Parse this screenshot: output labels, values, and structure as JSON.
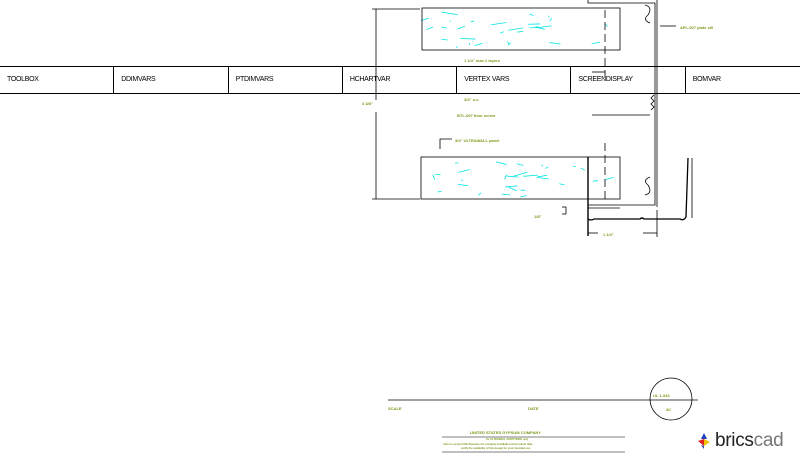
{
  "toolbar": {
    "items": [
      "TOOLBOX",
      "DDIMVARS",
      "PTDIMVARS",
      "HCHARTVAR",
      "VERTEX VARS",
      "SCREENDISPLAY",
      "BOMVAR"
    ]
  },
  "drawing": {
    "annotations": {
      "plate_sill": "APL-007 plate sill",
      "dim_height": "3 3/8\"",
      "floor_screw": "BTL-007 floor screw",
      "panel": "3/4\" ULTRAWALL panel",
      "spacing_top": "1 1/4\" max 2 layers",
      "spacing_bottom": "3/4\" o.c.",
      "gap": "1/8\"",
      "dim_width": "1 1/4\""
    },
    "colors": {
      "fiber": "#00e5e5",
      "annotation": "#7a9a1a",
      "line": "#000000"
    }
  },
  "titleblock": {
    "scale_label": "SCALE",
    "date_label": "DATE",
    "detail_number": "UL 1-343",
    "sheet": "3C",
    "company": "UNITED STATES GYPSUM COMPANY",
    "line1": "for ULTRAWALL PARTITIONS only",
    "line2": "refer to current USG literature for complete installation and product data",
    "line3": "verify the suitability of this design for your intended use"
  },
  "logo": {
    "text_bold": "brics",
    "text_light": "cad"
  }
}
